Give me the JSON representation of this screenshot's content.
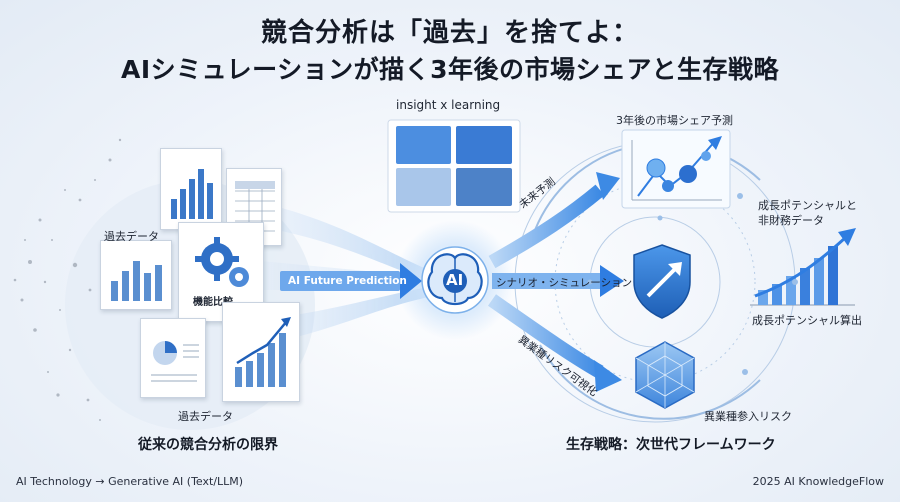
{
  "title": {
    "line1": "競合分析は「過去」を捨てよ：",
    "line2": "AIシミュレーションが描く3年後の市場シェアと生存戦略"
  },
  "left": {
    "past_data_top": "過去データ",
    "feature_compare": "機能比較",
    "past_data_bottom": "過去データ",
    "caption": "従来の競合分析の限界"
  },
  "center": {
    "insight_label": "insight x learning",
    "flow_label": "AI Future Prediction",
    "ai_label": "AI",
    "scenario_label": "シナリオ・シミュレーション",
    "future_label": "未来予測",
    "risk_label": "異業種リスク可視化"
  },
  "right": {
    "share_forecast": "3年後の市場シェア予測",
    "growth_nonfin": "成長ポテンシャルと\n非財務データ",
    "growth_calc": "成長ポテンシャル算出",
    "cross_industry": "異業種参入リスク",
    "caption": "生存戦略：次世代フレームワーク"
  },
  "footer": {
    "left": "AI Technology → Generative AI (Text/LLM)",
    "right": "2025 AI KnowledgeFlow"
  },
  "colors": {
    "accent": "#2f7de1",
    "accent_light": "#8fc0f2",
    "dark_blue": "#1f5fb8",
    "title": "#141a26"
  }
}
